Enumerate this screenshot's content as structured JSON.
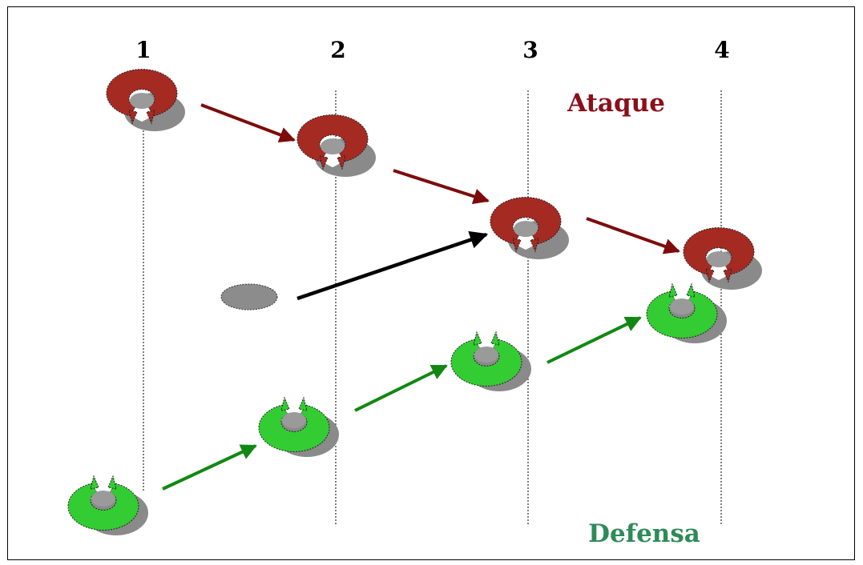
{
  "columns": [
    "1",
    "2",
    "3",
    "4"
  ],
  "labels": {
    "attack": "Ataque",
    "defense": "Defensa"
  },
  "colors": {
    "attack_fill": "#a52a22",
    "attack_arrow": "#7d0b0b",
    "attack_label": "#8b0f1a",
    "defense_fill": "#33cc33",
    "defense_arrow": "#118811",
    "defense_label": "#2e8b57",
    "shadow": "#8a8a8a",
    "ball": "#8c8c8c",
    "ball_arrow": "#000000"
  },
  "icons": [
    "player-attack-icon",
    "player-defense-icon",
    "ball-icon"
  ]
}
